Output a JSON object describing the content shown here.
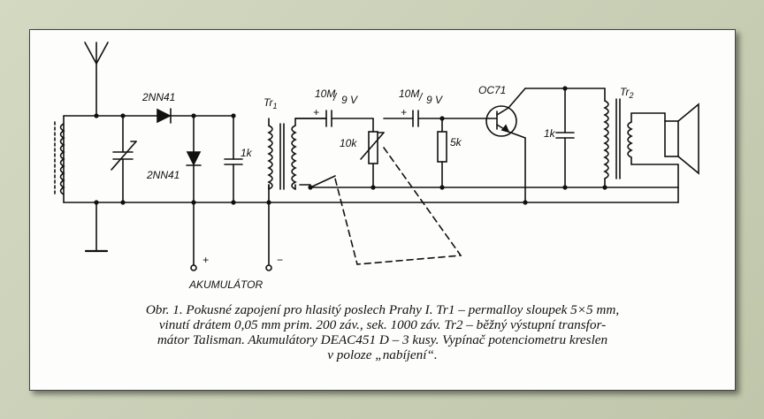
{
  "labels": {
    "diode": "2NN41",
    "diode2": "2NN41",
    "c1_1": "10M",
    "c1_2": "9 V",
    "c2_1": "10M",
    "c2_2": "9 V",
    "transistor": "OC71",
    "tr1": "Tr",
    "tr1_sub": "1",
    "tr2": "Tr",
    "tr2_sub": "2",
    "r_1k": "1k",
    "pot_10k": "10k",
    "r_5k": "5k",
    "r_1k_2": "1k",
    "plus_left": "+",
    "plus_mid": "+",
    "plus_accu": "+",
    "minus_accu": "−",
    "akumulator": "AKUMULÁTOR"
  },
  "caption": {
    "line1": "Obr. 1. Pokusné zapojení pro hlasitý poslech Prahy I. Tr1 – permalloy sloupek 5×5 mm,",
    "line2": "vinutí drátem 0,05 mm prim. 200 záv., sek. 1000 záv. Tr2 – běžný výstupní transfor-",
    "line3": "mátor Talisman. Akumulátory DEAC451 D – 3 kusy. Vypínač potenciometru kreslen",
    "line4": "v poloze „nabíjení“."
  }
}
